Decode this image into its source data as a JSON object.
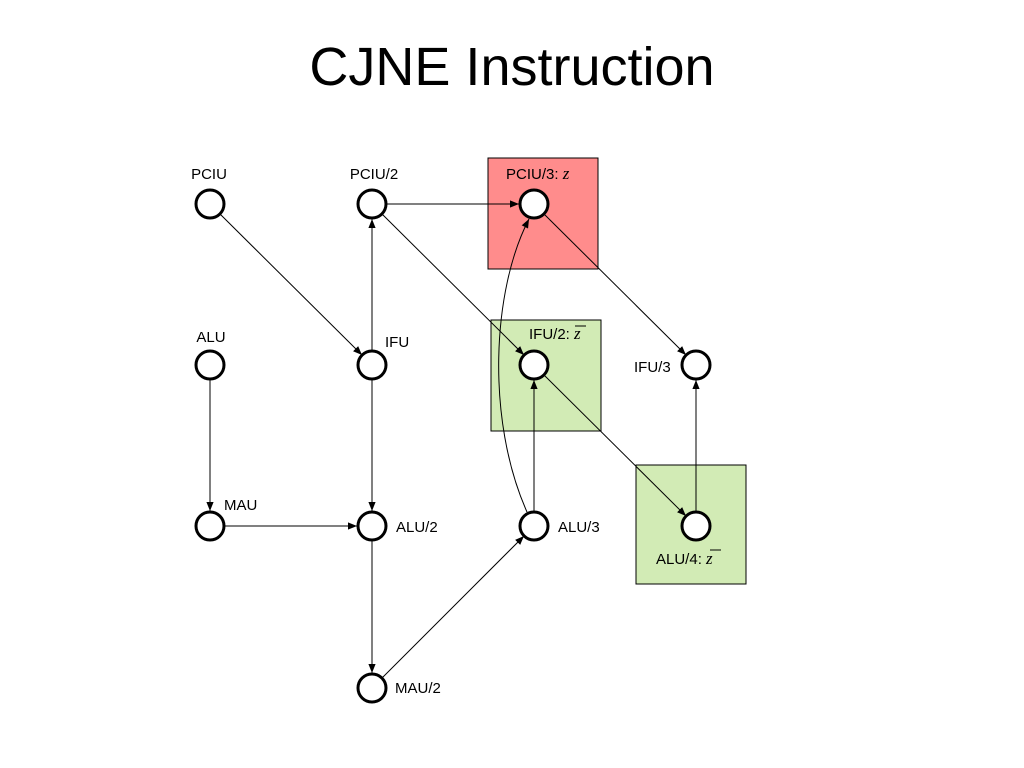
{
  "title": "CJNE Instruction",
  "colors": {
    "highlight_red": "#ff8c8c",
    "highlight_green": "#d2ebb5"
  },
  "nodes": {
    "pciu": {
      "label": "PCIU"
    },
    "pciu2": {
      "label": "PCIU/2"
    },
    "pciu3": {
      "label": "PCIU/3: ",
      "math": "z"
    },
    "alu": {
      "label": "ALU"
    },
    "ifu": {
      "label": "IFU"
    },
    "ifu2": {
      "label": "IFU/2: ",
      "math": "z"
    },
    "ifu3": {
      "label": "IFU/3"
    },
    "mau": {
      "label": "MAU"
    },
    "alu2": {
      "label": "ALU/2"
    },
    "alu3": {
      "label": "ALU/3"
    },
    "alu4": {
      "label": "ALU/4: ",
      "math": "z"
    },
    "mau2": {
      "label": "MAU/2"
    }
  }
}
